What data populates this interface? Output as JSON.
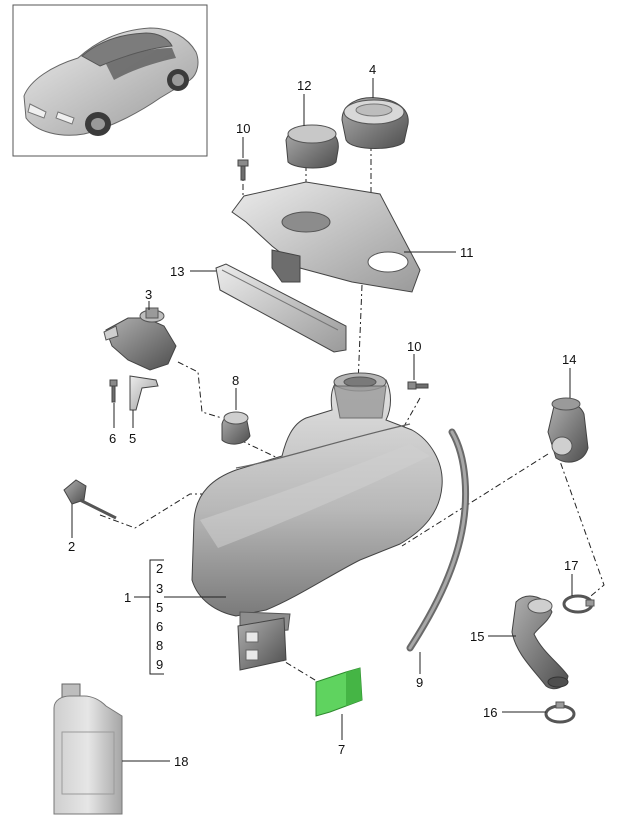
{
  "thumbnail": {
    "label": "vehicle-thumbnail"
  },
  "callouts": {
    "c1": "1",
    "c2": "2",
    "c3": "3",
    "c4": "4",
    "c5": "5",
    "c6": "6",
    "c7": "7",
    "c8": "8",
    "c9": "9",
    "c10a": "10",
    "c10b": "10",
    "c11": "11",
    "c12": "12",
    "c13": "13",
    "c14": "14",
    "c15": "15",
    "c16": "16",
    "c17": "17",
    "c18": "18"
  },
  "kit_list": [
    "2",
    "3",
    "5",
    "6",
    "8",
    "9"
  ],
  "colors": {
    "part_light": "#d4d4d4",
    "part_mid": "#a9a9a9",
    "part_dark": "#6e6e6e",
    "highlight_green": "#5fd35f"
  }
}
